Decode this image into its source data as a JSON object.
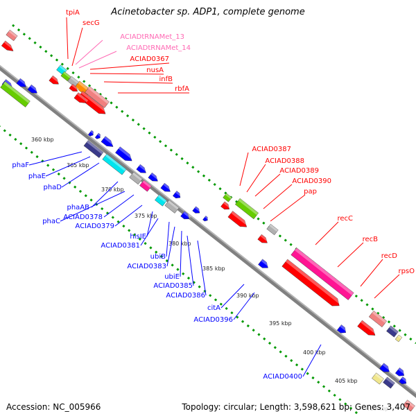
{
  "title": "Acinetobacter sp. ADP1, complete genome",
  "footer": {
    "accession": "Accession: NC_005966",
    "summary": "Topology: circular; Length: 3,598,621 bp; Genes: 3,407"
  },
  "colors": {
    "red": "#ff0000",
    "blue": "#0000ff",
    "pink": "#ff69b4",
    "axis": "#999999",
    "ruler": "#009900",
    "gene_red": "#ff0000",
    "gene_pink_light": "#f08080",
    "gene_blue": "#0000ff",
    "gene_navy": "#3a3a8a",
    "gene_cyan": "#00e5ee",
    "gene_gray": "#b0b0b0",
    "gene_magenta": "#ff1493",
    "gene_green": "#66cc00",
    "gene_orange": "#ff8c00",
    "gene_yellow": "#f0e68c"
  },
  "ruler_labels": [
    "360 kbp",
    "365 kbp",
    "370 kbp",
    "375 kbp",
    "380 kbp",
    "385 kbp",
    "390 kbp",
    "395 kbp",
    "400 kbp",
    "405 kbp",
    "410 kbp"
  ],
  "gene_labels": {
    "red": [
      "tpiA",
      "secG",
      "ACIAD0367",
      "nusA",
      "infB",
      "rbfA",
      "ACIAD0387",
      "ACIAD0388",
      "ACIAD0389",
      "ACIAD0390",
      "pap",
      "recC",
      "recB",
      "recD",
      "rpsO"
    ],
    "pink": [
      "ACIADtRNAMet_13",
      "ACIADtRNAMet_14"
    ],
    "blue": [
      "phaF",
      "phaE",
      "phaD",
      "phaAB",
      "phaC",
      "ACIAD0378",
      "ACIAD0379",
      "hisIE",
      "ACIAD0381",
      "ubiB",
      "ACIAD0383",
      "ubiE",
      "ACIAD0385",
      "ACIAD0386",
      "citA",
      "ACIAD0396",
      "ACIAD0400"
    ]
  }
}
